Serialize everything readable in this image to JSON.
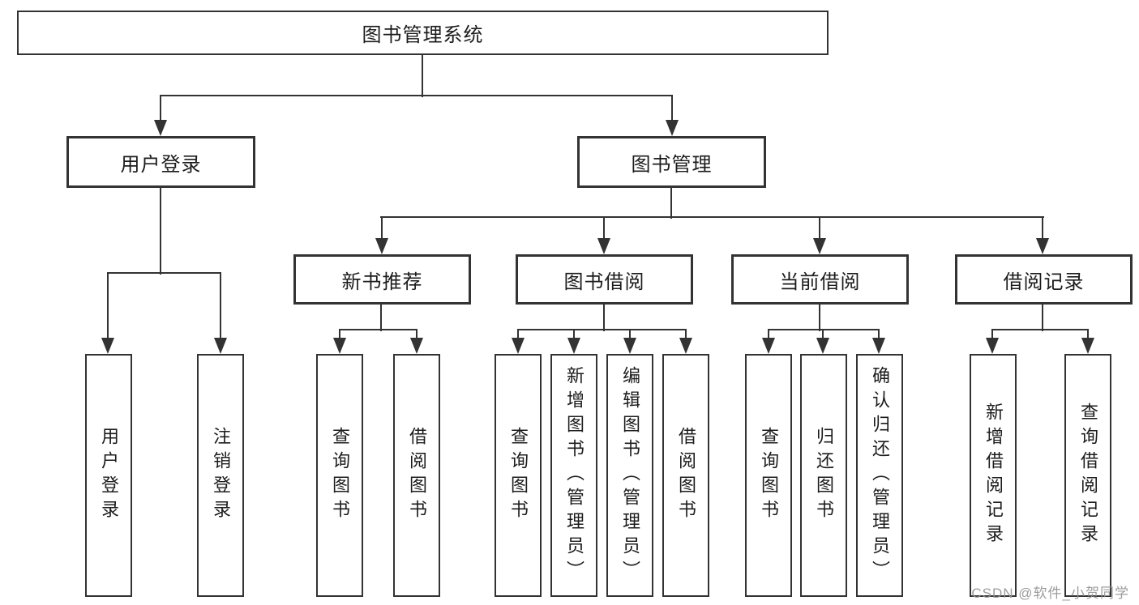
{
  "diagram": {
    "root": {
      "label": "图书管理系统",
      "children": [
        {
          "label": "用户登录",
          "children": [
            {
              "label": "用户登录"
            },
            {
              "label": "注销登录"
            }
          ]
        },
        {
          "label": "图书管理",
          "children": [
            {
              "label": "新书推荐",
              "children": [
                {
                  "label": "查询图书"
                },
                {
                  "label": "借阅图书"
                }
              ]
            },
            {
              "label": "图书借阅",
              "children": [
                {
                  "label": "查询图书"
                },
                {
                  "label": "新增图书（管理员）"
                },
                {
                  "label": "编辑图书（管理员）"
                },
                {
                  "label": "借阅图书"
                }
              ]
            },
            {
              "label": "当前借阅",
              "children": [
                {
                  "label": "查询图书"
                },
                {
                  "label": "归还图书"
                },
                {
                  "label": "确认归还（管理员）"
                }
              ]
            },
            {
              "label": "借阅记录",
              "children": [
                {
                  "label": "新增借阅记录"
                },
                {
                  "label": "查询借阅记录"
                }
              ]
            }
          ]
        }
      ]
    }
  },
  "watermark": {
    "text": "CSDN @软件_小贺同学"
  },
  "colors": {
    "line": "#333333",
    "text": "#1c1c1c",
    "background": "#ffffff",
    "watermark": "#949494"
  }
}
